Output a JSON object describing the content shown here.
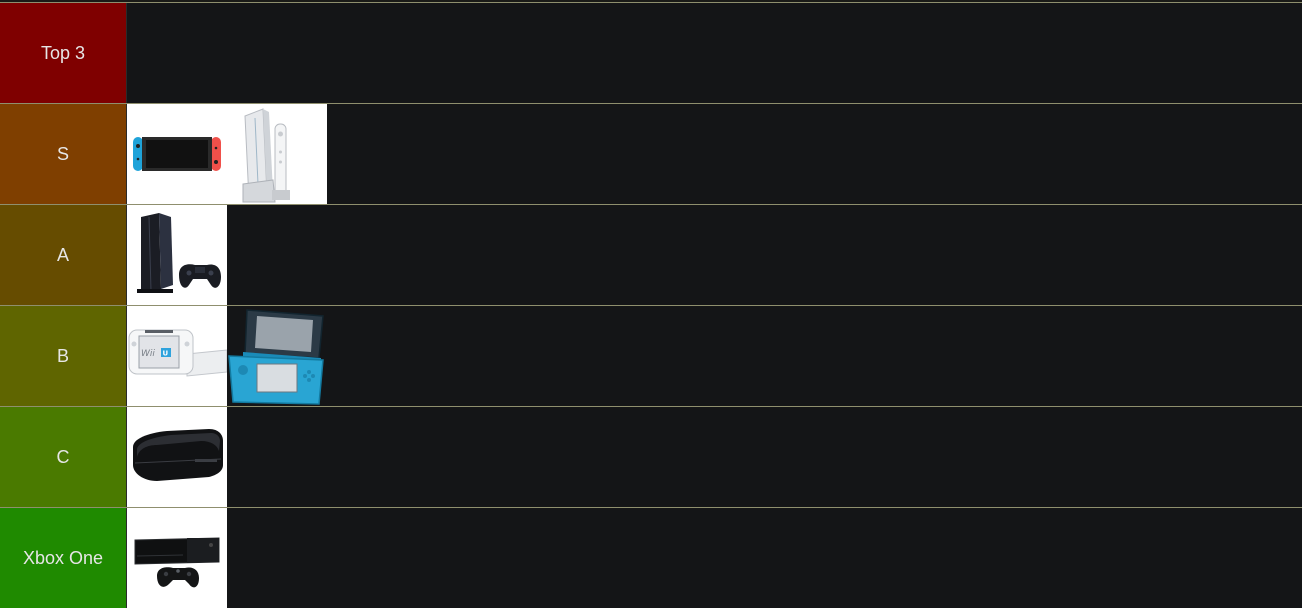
{
  "tiers": [
    {
      "label": "Top 3",
      "color": "#7f0000"
    },
    {
      "label": "S",
      "color": "#7f3f00"
    },
    {
      "label": "A",
      "color": "#664c00"
    },
    {
      "label": "B",
      "color": "#5f6500"
    },
    {
      "label": "C",
      "color": "#4a7a00"
    },
    {
      "label": "Xbox One",
      "color": "#1f8a00"
    }
  ],
  "items": {
    "S": [
      "nintendo-switch-image",
      "nintendo-wii-image"
    ],
    "A": [
      "playstation-4-image"
    ],
    "B": [
      "wii-u-image",
      "nintendo-3ds-image"
    ],
    "C": [
      "playstation-3-image"
    ],
    "Xbox One": [
      "xbox-one-image"
    ]
  }
}
